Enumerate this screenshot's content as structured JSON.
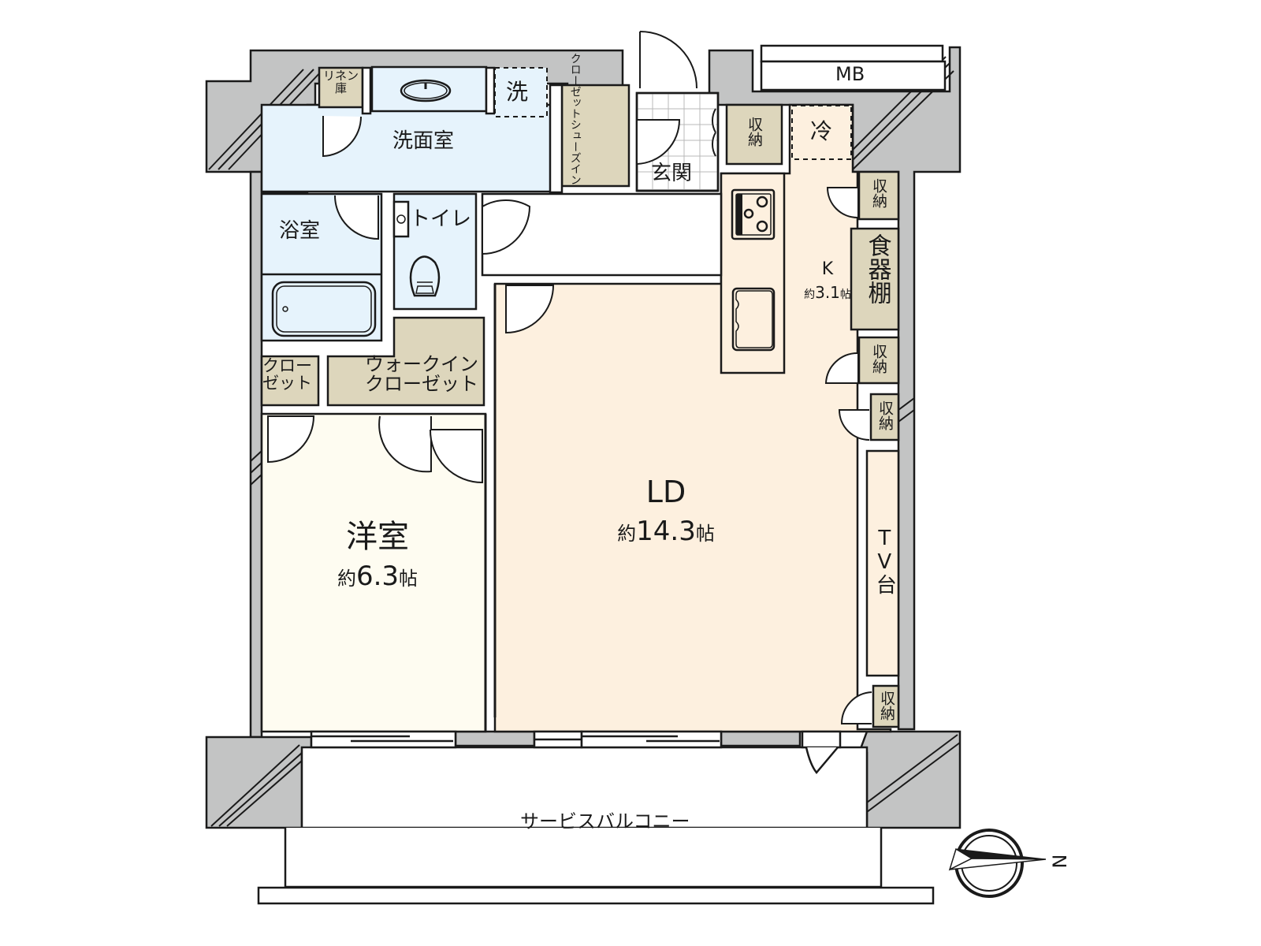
{
  "plan": {
    "rooms": {
      "western_room": {
        "name": "洋室",
        "area_prefix": "約",
        "area_value": "6.3",
        "area_unit": "帖"
      },
      "living_dining": {
        "name": "LD",
        "area_prefix": "約",
        "area_value": "14.3",
        "area_unit": "帖"
      },
      "kitchen": {
        "name": "K",
        "area_prefix": "約",
        "area_value": "3.1",
        "area_unit": "帖"
      },
      "washroom": {
        "name": "洗面室"
      },
      "bathroom": {
        "name": "浴室"
      },
      "toilet": {
        "name": "トイレ"
      },
      "entrance": {
        "name": "玄関"
      },
      "balcony": {
        "name": "サービスバルコニー"
      }
    },
    "storage": {
      "linen": {
        "line1": "リネン",
        "line2": "庫"
      },
      "shoes_in_closet": {
        "line1": "シューズイン",
        "line2": "クローゼット"
      },
      "walk_in_closet": {
        "line1": "ウォークイン",
        "line2": "クローゼット"
      },
      "closet": {
        "line1": "クロー",
        "line2": "ゼット"
      },
      "entry_storage": "収納",
      "kitchen_storage_top": "収納",
      "cupboard": "食器棚",
      "kitchen_storage_mid": "収納",
      "kitchen_storage_low": "収納",
      "ld_storage_bottom": "収納",
      "tv_stand": "TV台"
    },
    "fixtures": {
      "washing_machine": "洗",
      "refrigerator": "冷",
      "meter_box": "MB"
    },
    "compass": {
      "label": "N"
    },
    "colors": {
      "wall": "#c3c4c4",
      "wet_area": "#e6f3fc",
      "storage": "#ddd6bc",
      "ld_floor": "#fdf0df",
      "western_floor": "#fefcf1",
      "white": "#ffffff",
      "line": "#1a1a1a"
    }
  }
}
